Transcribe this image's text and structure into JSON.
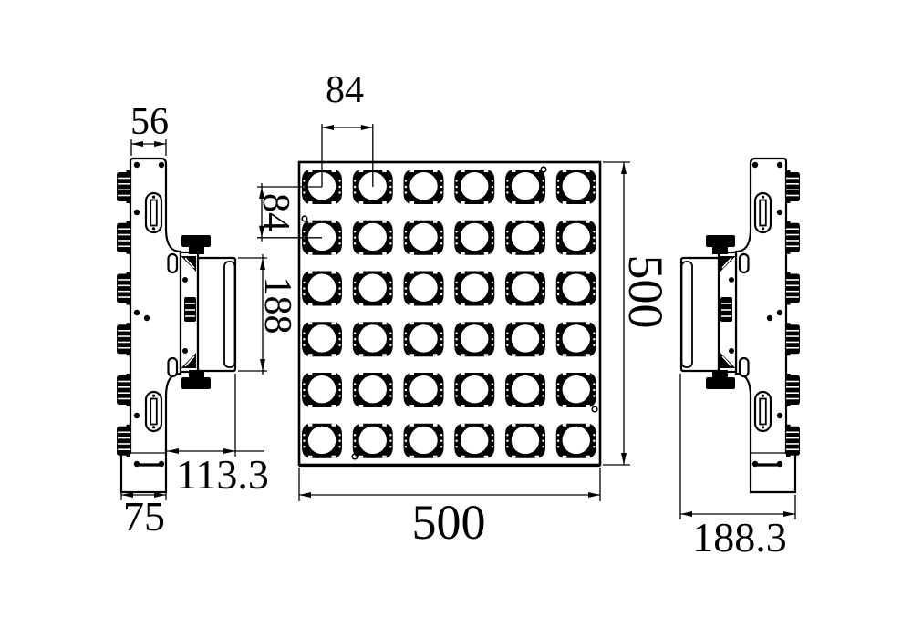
{
  "front_view": {
    "grid_rows": 6,
    "grid_cols": 6,
    "dims": {
      "pitch_x": "84",
      "pitch_y": "84",
      "width": "500",
      "height": "500"
    }
  },
  "left_view": {
    "dims": {
      "top_width": "56",
      "bracket_height": "188",
      "bracket_depth": "113.3",
      "foot_depth": "75"
    }
  },
  "right_view": {
    "dims": {
      "total_depth": "188.3"
    }
  },
  "colors": {
    "ink": "#000000",
    "paper": "#ffffff"
  }
}
